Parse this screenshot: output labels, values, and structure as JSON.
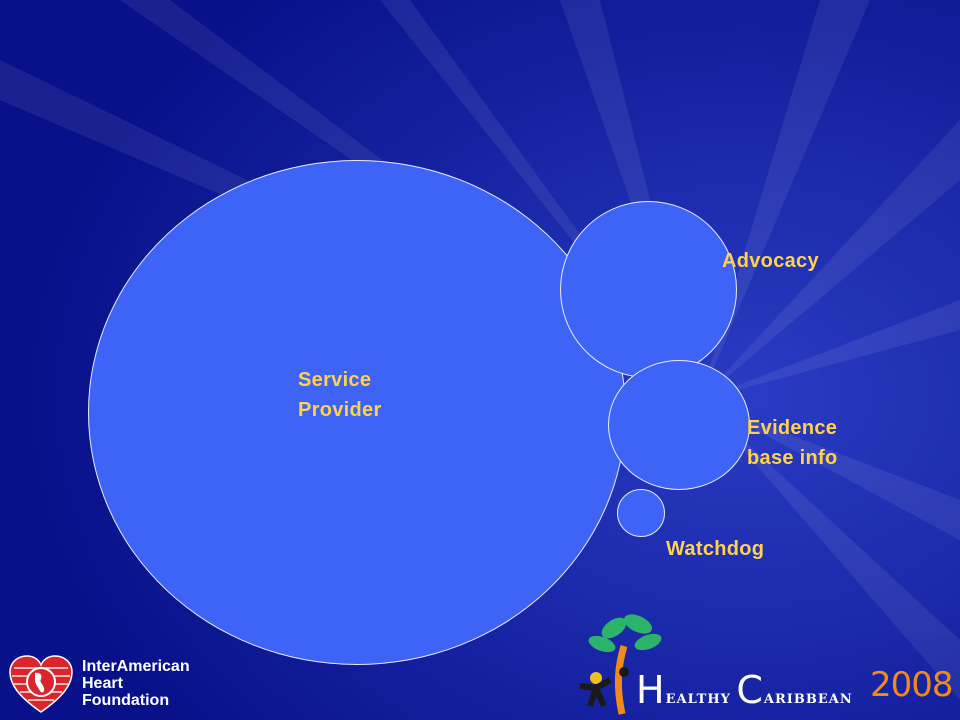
{
  "labels": {
    "service_line1": "Service",
    "service_line2": "Provider",
    "advocacy": "Advocacy",
    "evidence_line1": "Evidence",
    "evidence_line2": "base info",
    "watchdog": "Watchdog"
  },
  "organization": {
    "line1": "InterAmerican",
    "line2": "Heart",
    "line3": "Foundation"
  },
  "event": {
    "h": "H",
    "ealthy": "ealthy",
    "c": "C",
    "aribbean": "aribbean",
    "year": "2008"
  },
  "colors": {
    "background": "#0a1490",
    "bubble": "#3e63f7",
    "label_white": "#ffffff",
    "label_yellow": "#ffd24a",
    "year_orange": "#f08a1a",
    "logo_red": "#d9262c"
  },
  "icons": {
    "org_logo": "heart-globe-icon",
    "event_logo": "palm-tree-people-icon"
  }
}
